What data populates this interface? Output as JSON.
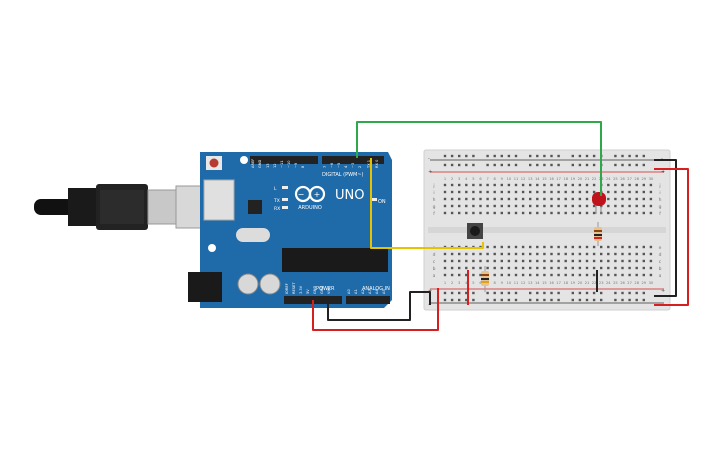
{
  "board": {
    "logo_text": "UNO",
    "brand_text": "ARDUINO",
    "digital_label": "DIGITAL (PWM~)",
    "analog_label": "ANALOG IN",
    "power_label": "POWER",
    "on_label": "ON",
    "led_l": "L",
    "led_tx": "TX",
    "led_rx": "RX",
    "aref": "AREF",
    "gnd": "GND",
    "power_pins": [
      "IOREF",
      "RESET",
      "3.3V",
      "5V",
      "GND",
      "GND",
      "VIN"
    ],
    "analog_pins": [
      "A0",
      "A1",
      "A2",
      "A3",
      "A4",
      "A5"
    ],
    "digital_pins": [
      "13",
      "12",
      "~11",
      "~10",
      "~9",
      "8",
      "7",
      "~6",
      "~5",
      "4",
      "~3",
      "2",
      "TX 1",
      "RX 0"
    ]
  },
  "breadboard": {
    "row_letters_top": [
      "j",
      "i",
      "h",
      "g",
      "f"
    ],
    "row_letters_bottom": [
      "e",
      "d",
      "c",
      "b",
      "a"
    ],
    "column_numbers": [
      "1",
      "2",
      "3",
      "4",
      "5",
      "6",
      "7",
      "8",
      "9",
      "10",
      "11",
      "12",
      "13",
      "14",
      "15",
      "16",
      "17",
      "18",
      "19",
      "20",
      "21",
      "22",
      "23",
      "24",
      "25",
      "26",
      "27",
      "28",
      "29",
      "30"
    ],
    "plus": "+",
    "minus": "-"
  },
  "colors": {
    "board": "#1f6aa8",
    "wire_green": "#2fa84a",
    "wire_yellow": "#e6c300",
    "wire_red": "#d62020",
    "wire_black": "#222222",
    "led": "#c0121a"
  }
}
